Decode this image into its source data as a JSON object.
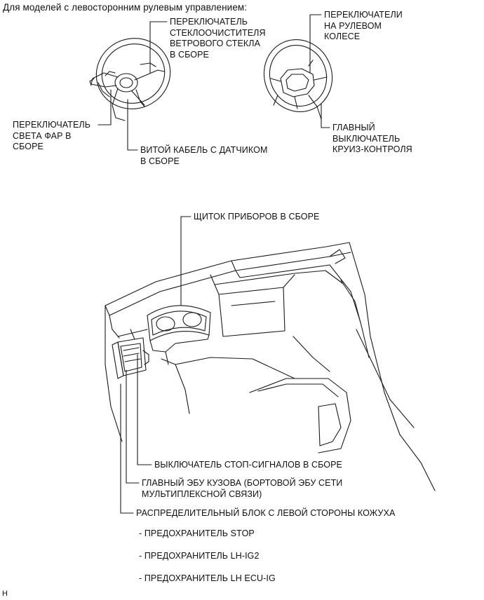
{
  "header": {
    "text": "Для моделей с левосторонним рулевым управлением:"
  },
  "labels": {
    "wiper_switch": "ПЕРЕКЛЮЧАТЕЛЬ\nСТЕКЛООЧИСТИТЕЛЯ\nВЕТРОВОГО СТЕКЛА\nВ СБОРЕ",
    "steering_pad_switches": "ПЕРЕКЛЮЧАТЕЛИ\nНА РУЛЕВОМ\nКОЛЕСЕ",
    "headlight_switch": "ПЕРЕКЛЮЧАТЕЛЬ\nСВЕТА ФАР В\nСБОРЕ",
    "spiral_cable": "ВИТОЙ КАБЕЛЬ С ДАТЧИКОМ\nВ СБОРЕ",
    "cruise_main_switch": "ГЛАВНЫЙ\nВЫКЛЮЧАТЕЛЬ\nКРУИЗ-КОНТРОЛЯ",
    "combination_meter": "ЩИТОК ПРИБОРОВ В СБОРЕ",
    "stop_light_switch": "ВЫКЛЮЧАТЕЛЬ СТОП-СИГНАЛОВ В СБОРЕ",
    "main_body_ecu": "ГЛАВНЫЙ ЭБУ КУЗОВА (БОРТОВОЙ ЭБУ СЕТИ\nМУЛЬТИПЛЕКСНОЙ СВЯЗИ)",
    "junction_block": "РАСПРЕДЕЛИТЕЛЬНЫЙ БЛОК С ЛЕВОЙ СТОРОНЫ КОЖУХА"
  },
  "fuses": [
    "- ПРЕДОХРАНИТЕЛЬ STOP",
    "- ПРЕДОХРАНИТЕЛЬ LH-IG2",
    "- ПРЕДОХРАНИТЕЛЬ LH ECU-IG"
  ],
  "footer": {
    "code": "H"
  }
}
